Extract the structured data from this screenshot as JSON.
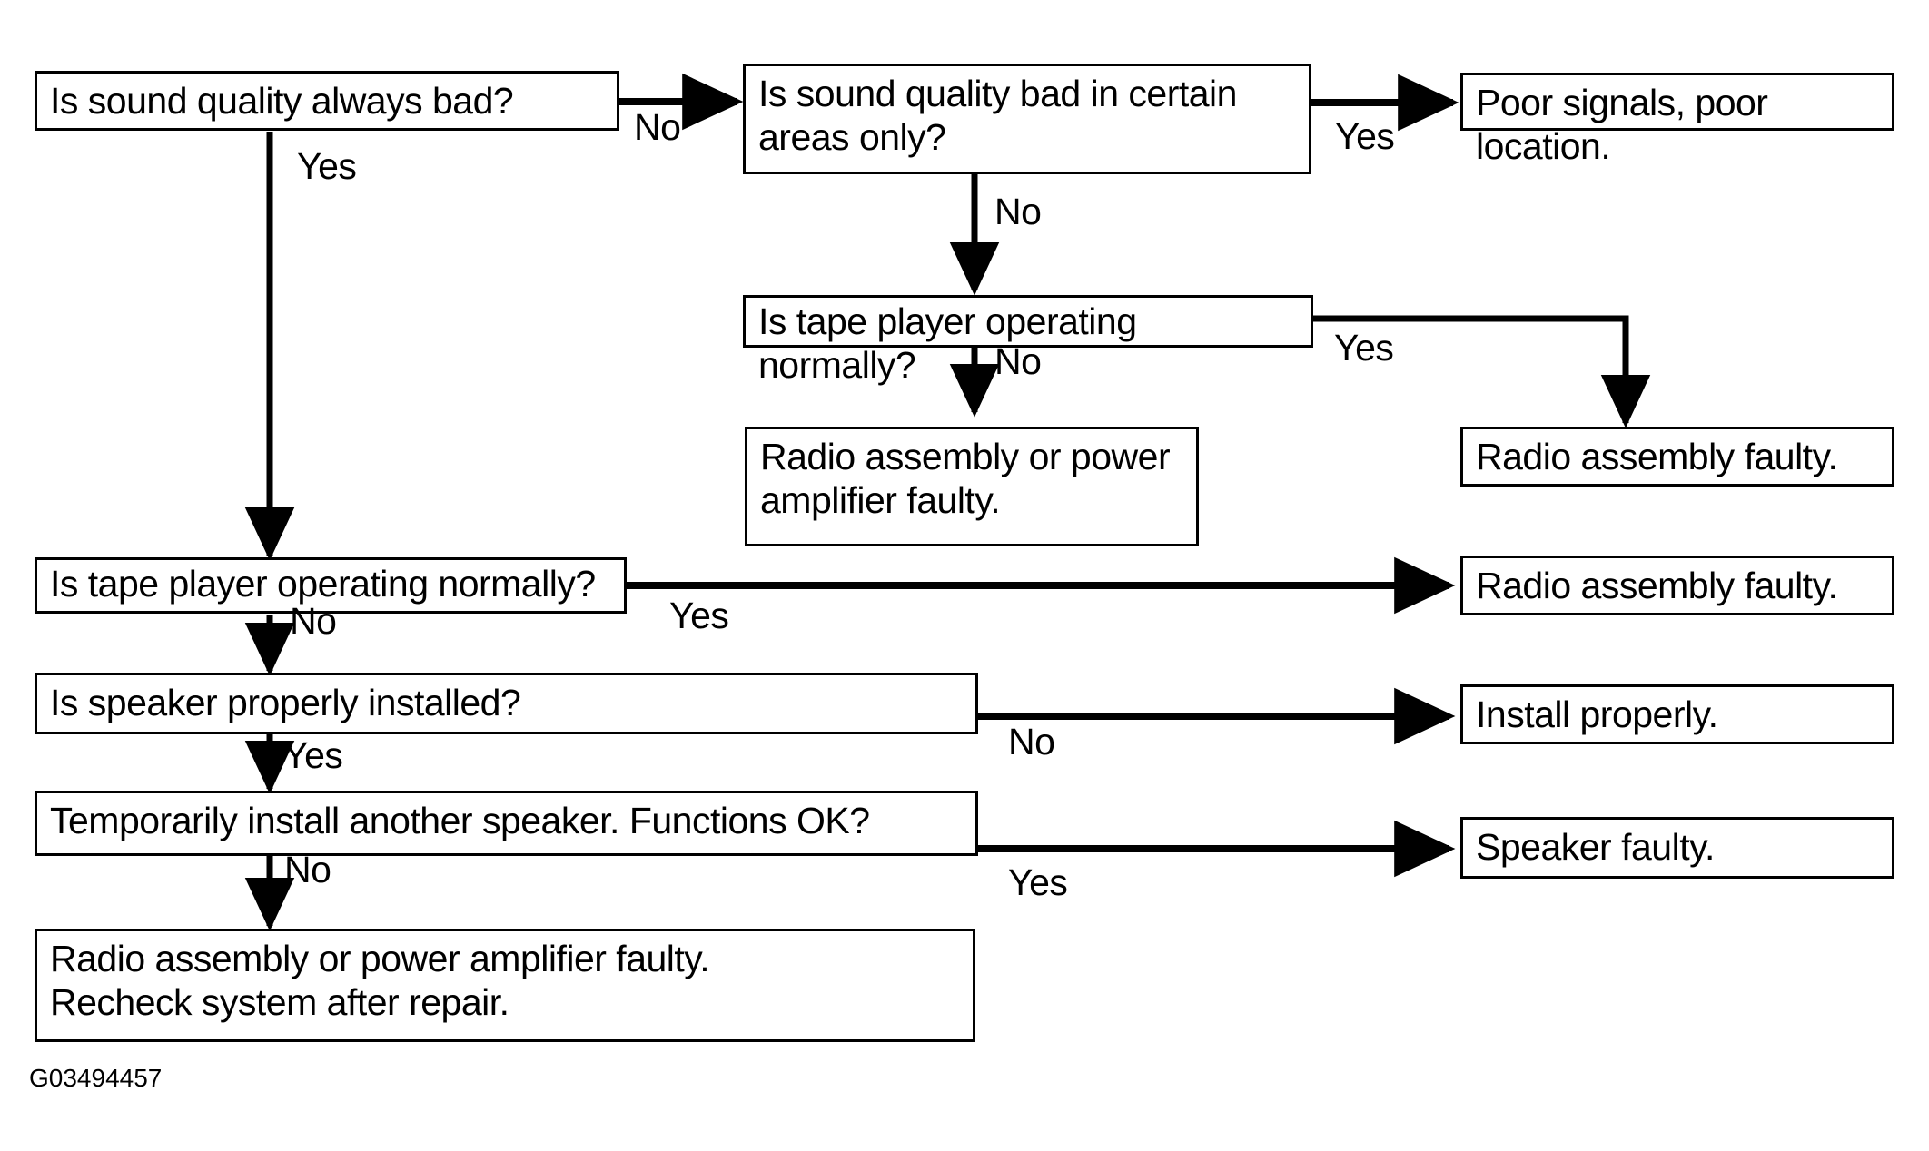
{
  "diagram": {
    "title_code": "G03494457",
    "type": "troubleshooting-flowchart",
    "nodes": [
      {
        "id": "q1",
        "label": "Is sound quality always bad?"
      },
      {
        "id": "q2",
        "label": "Is sound quality bad in certain\nareas only?"
      },
      {
        "id": "r1",
        "label": "Poor signals, poor location."
      },
      {
        "id": "q3",
        "label": "Is tape player operating normally?"
      },
      {
        "id": "r2",
        "label": "Radio assembly or power\namplifier faulty."
      },
      {
        "id": "r3",
        "label": "Radio assembly faulty."
      },
      {
        "id": "q4",
        "label": "Is tape player operating normally?"
      },
      {
        "id": "r4",
        "label": "Radio assembly faulty."
      },
      {
        "id": "q5",
        "label": "Is speaker properly installed?"
      },
      {
        "id": "r5",
        "label": "Install properly."
      },
      {
        "id": "q6",
        "label": "Temporarily install another speaker. Functions OK?"
      },
      {
        "id": "r6",
        "label": "Speaker faulty."
      },
      {
        "id": "r7",
        "label": "Radio assembly or power amplifier faulty.\nRecheck system after repair."
      }
    ],
    "edges": [
      {
        "from": "q1",
        "to": "q2",
        "label": "No"
      },
      {
        "from": "q1",
        "to": "q4",
        "label": "Yes"
      },
      {
        "from": "q2",
        "to": "r1",
        "label": "Yes"
      },
      {
        "from": "q2",
        "to": "q3",
        "label": "No"
      },
      {
        "from": "q3",
        "to": "r3",
        "label": "Yes"
      },
      {
        "from": "q3",
        "to": "r2",
        "label": "No"
      },
      {
        "from": "q4",
        "to": "r4",
        "label": "Yes"
      },
      {
        "from": "q4",
        "to": "q5",
        "label": "No"
      },
      {
        "from": "q5",
        "to": "r5",
        "label": "No"
      },
      {
        "from": "q5",
        "to": "q6",
        "label": "Yes"
      },
      {
        "from": "q6",
        "to": "r6",
        "label": "Yes"
      },
      {
        "from": "q6",
        "to": "r7",
        "label": "No"
      }
    ],
    "edge_labels": {
      "q1_no": "No",
      "q1_yes": "Yes",
      "q2_yes": "Yes",
      "q2_no": "No",
      "q3_yes": "Yes",
      "q3_no": "No",
      "q4_yes": "Yes",
      "q4_no": "No",
      "q5_no": "No",
      "q5_yes": "Yes",
      "q6_yes": "Yes",
      "q6_no": "No"
    },
    "colors": {
      "stroke": "#000000",
      "fill": "#ffffff",
      "text": "#000000"
    }
  }
}
